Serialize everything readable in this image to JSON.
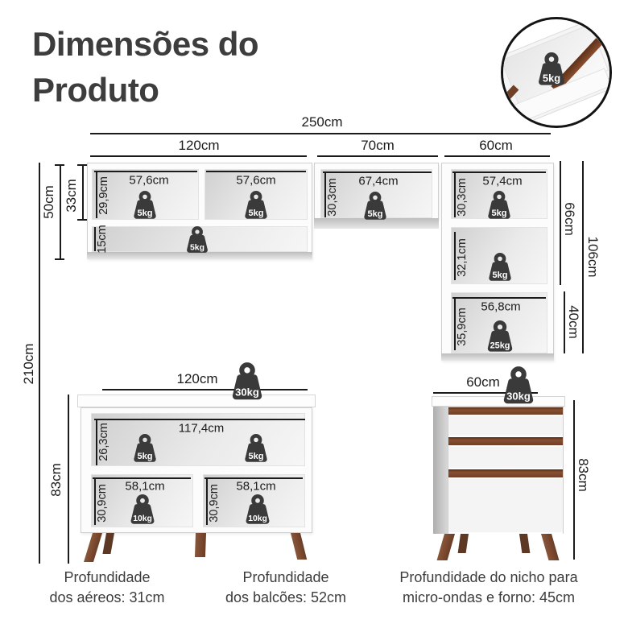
{
  "title": {
    "line1": "Dimensões do",
    "line2": "Produto"
  },
  "inset": {
    "weight": "5kg"
  },
  "dims": {
    "total_width": "250cm",
    "aerial_left_width": "120cm",
    "aerial_mid_width": "70cm",
    "aerial_right_width": "60cm",
    "total_height": "210cm",
    "aerial_height": "50cm",
    "aerial_inner_height": "33cm",
    "tower_upper_height": "66cm",
    "tower_lower_height": "40cm",
    "tower_total_height": "106cm",
    "base_left_height": "83cm",
    "base_left_width": "120cm",
    "base_right_width": "60cm",
    "base_right_height": "83cm"
  },
  "aerial_left": {
    "comp1": {
      "width": "57,6cm",
      "height": "29,9cm",
      "weight": "5kg"
    },
    "comp2": {
      "width": "57,6cm",
      "weight": "5kg"
    },
    "shelf": {
      "height": "15cm",
      "weight": "5kg"
    }
  },
  "aerial_mid": {
    "width": "67,4cm",
    "height": "30,3cm",
    "weight": "5kg"
  },
  "tower": {
    "comp1": {
      "width": "57,4cm",
      "height": "30,3cm",
      "weight": "5kg"
    },
    "comp2": {
      "height": "32,1cm",
      "weight": "5kg"
    },
    "comp3": {
      "width": "56,8cm",
      "height": "35,9cm",
      "weight": "25kg"
    }
  },
  "base_left": {
    "top_weight": "30kg",
    "comp1": {
      "width": "117,4cm",
      "height": "26,3cm",
      "weight_left": "5kg",
      "weight_right": "5kg"
    },
    "comp2": {
      "width": "58,1cm",
      "height": "30,9cm",
      "weight": "10kg"
    },
    "comp3": {
      "width": "58,1cm",
      "height": "30,9cm",
      "weight": "10kg"
    }
  },
  "base_right": {
    "top_weight": "30kg"
  },
  "footnotes": [
    {
      "line1": "Profundidade",
      "line2": "dos aéreos: 31cm"
    },
    {
      "line1": "Profundidade",
      "line2": "dos balcões: 52cm"
    },
    {
      "line1": "Profundidade do nicho para",
      "line2": "micro-ondas e forno: 45cm"
    }
  ],
  "colors": {
    "wood": "#7B4A2E",
    "weight_icon": "#3A3A3A",
    "title_text": "#3D3D3D",
    "line": "#1B1B1B"
  }
}
